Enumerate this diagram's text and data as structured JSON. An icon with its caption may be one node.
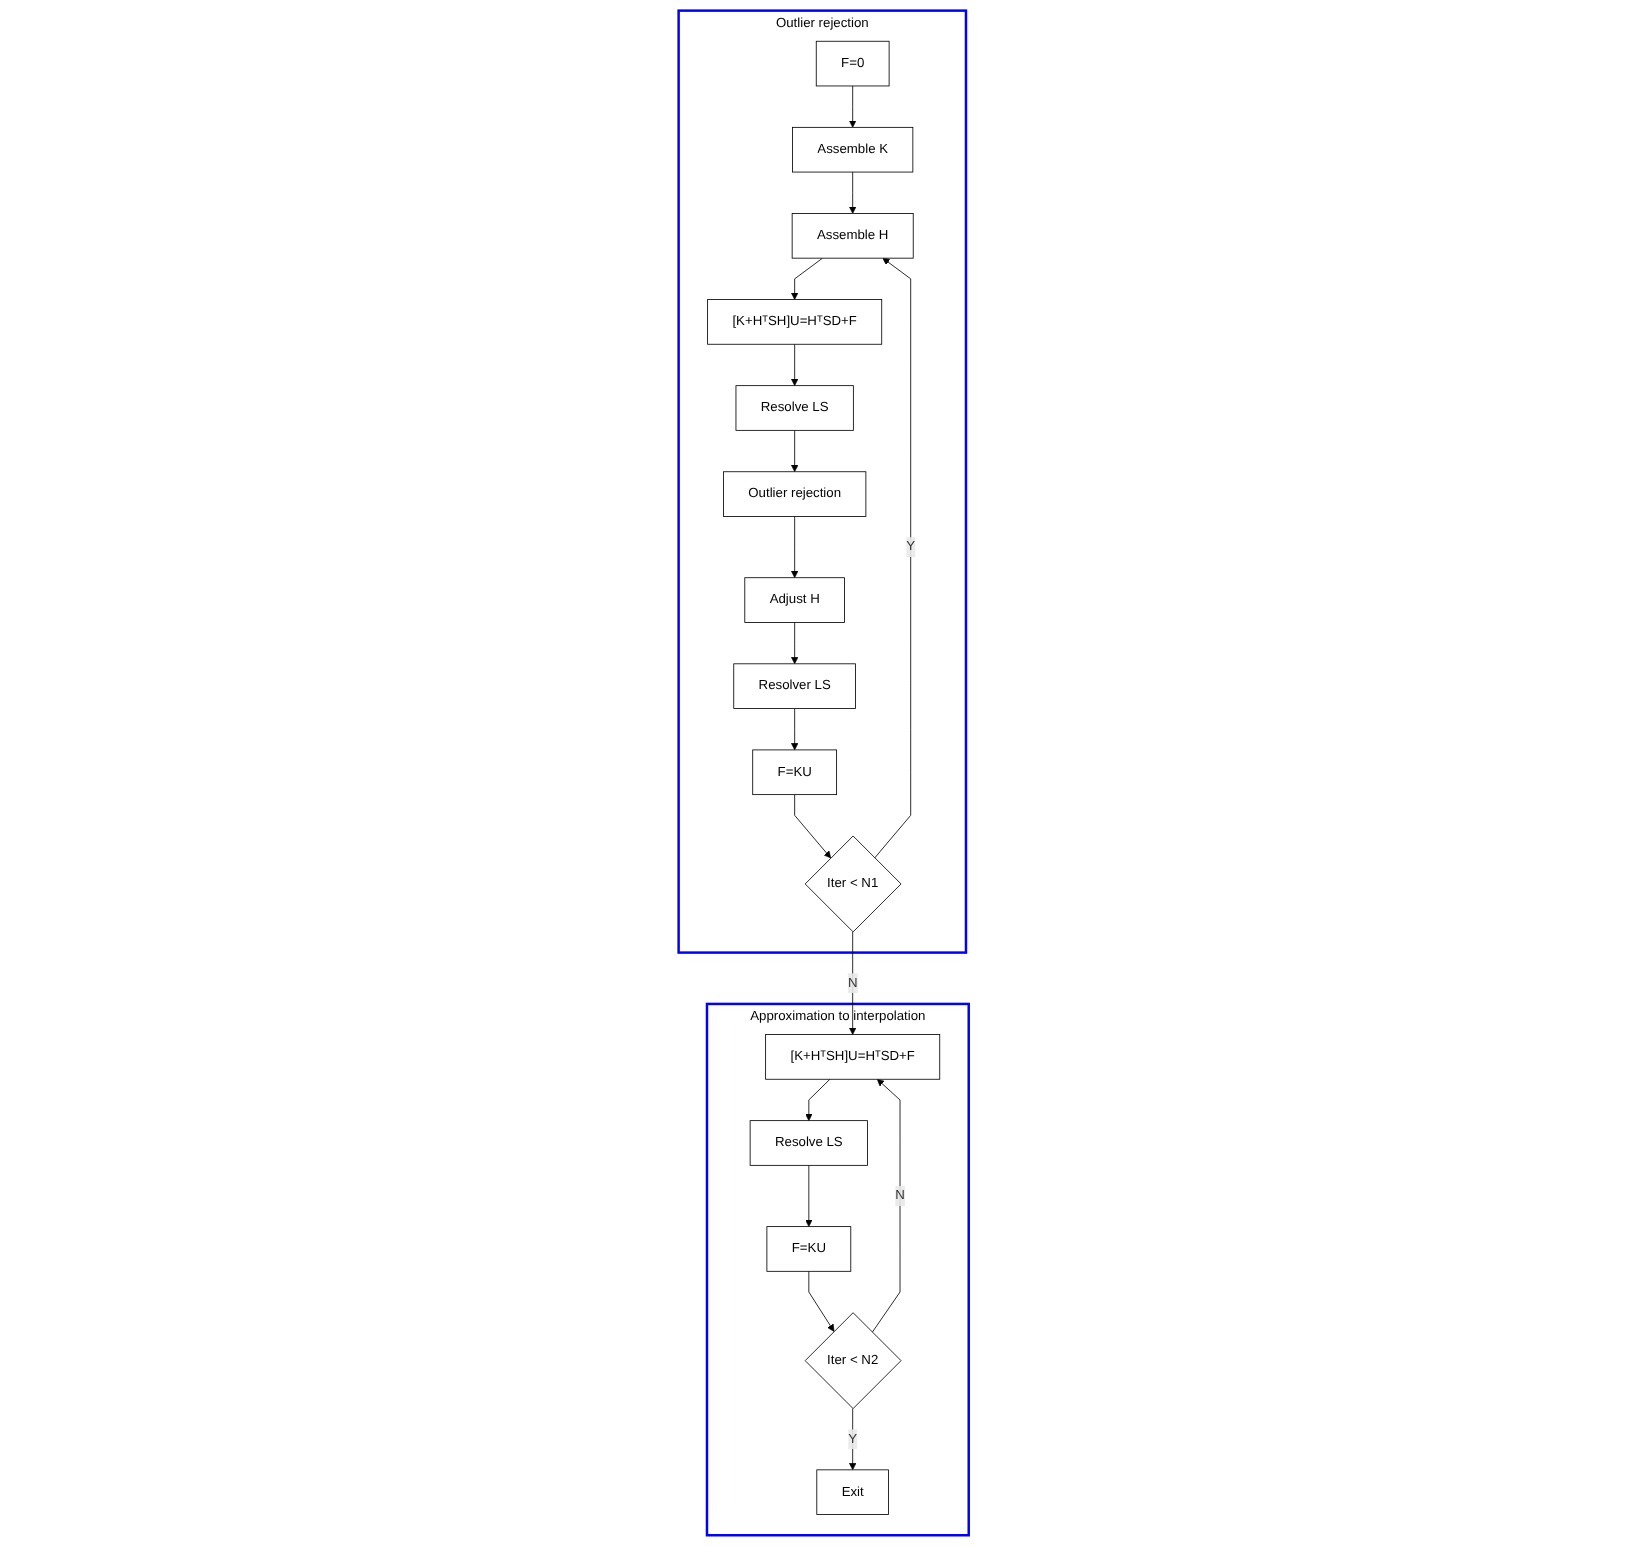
{
  "diagram": {
    "nodes": [
      {
        "text": [
          "Outlier rejection"
        ]
      },
      {
        "text": [
          "F=0"
        ],
        "in": 0
      },
      {
        "text": [
          "Assemble K"
        ],
        "in": 0
      },
      {
        "text": [
          "Assemble H"
        ],
        "in": 0
      },
      {
        "text": [
          "[K+HᵀSH]U=HᵀSD+F"
        ],
        "in": 0
      },
      {
        "text": [
          "Resolve LS"
        ],
        "in": 0
      },
      {
        "text": [
          "Outlier rejection"
        ],
        "in": 0
      },
      {
        "text": [
          "Adjust H"
        ],
        "in": 0
      },
      {
        "text": [
          "Resolver LS"
        ],
        "in": 0
      },
      {
        "text": [
          "F=KU"
        ],
        "in": 0
      },
      {
        "text": [
          "Iter < N1"
        ],
        "in": 0
      },
      {
        "text": [
          "Approximation to interpolation"
        ]
      },
      {
        "text": [
          "[K+HᵀSH]U=HᵀSD+F"
        ],
        "in": 11
      },
      {
        "text": [
          "Resolve LS"
        ],
        "in": 11
      },
      {
        "text": [
          "F=KU"
        ],
        "in": 11
      },
      {
        "text": [
          "Iter < N2"
        ],
        "in": 11
      },
      {
        "text": [
          "Exit"
        ],
        "in": 11
      }
    ],
    "edges": [
      {
        "from": 1,
        "to": 2,
        "arrow": "to"
      },
      {
        "from": 2,
        "to": 3,
        "arrow": "to"
      },
      {
        "from": 3,
        "to": 4,
        "arrow": "to"
      },
      {
        "from": 4,
        "to": 5,
        "arrow": "to"
      },
      {
        "from": 5,
        "to": 6,
        "arrow": "to"
      },
      {
        "from": 6,
        "to": 7,
        "arrow": "to"
      },
      {
        "from": 7,
        "to": 8,
        "arrow": "to"
      },
      {
        "from": 8,
        "to": 9,
        "arrow": "to"
      },
      {
        "from": 9,
        "to": 10,
        "arrow": "to"
      },
      {
        "from": 10,
        "to": 3,
        "arrow": "to",
        "label": "Y"
      },
      {
        "from": 10,
        "to": 12,
        "arrow": "to",
        "label": "N"
      },
      {
        "from": 12,
        "to": 13,
        "arrow": "to"
      },
      {
        "from": 13,
        "to": 14,
        "arrow": "to"
      },
      {
        "from": 14,
        "to": 15,
        "arrow": "to"
      },
      {
        "from": 15,
        "to": 12,
        "arrow": "to",
        "label": "N"
      },
      {
        "from": 15,
        "to": 16,
        "arrow": "to",
        "label": "Y"
      }
    ]
  }
}
